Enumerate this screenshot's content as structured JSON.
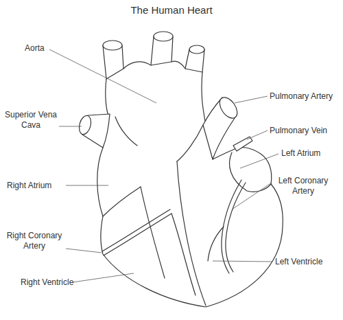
{
  "diagram": {
    "title": "The Human Heart",
    "labels": [
      "Aorta",
      "Superior Vena Cava",
      "Right Atrium",
      "Right Coronary Artery",
      "Right Ventricle",
      "Pulmonary Artery",
      "Pulmonary Vein",
      "Left Atrium",
      "Left Coronary Artery",
      "Left Ventricle"
    ]
  }
}
